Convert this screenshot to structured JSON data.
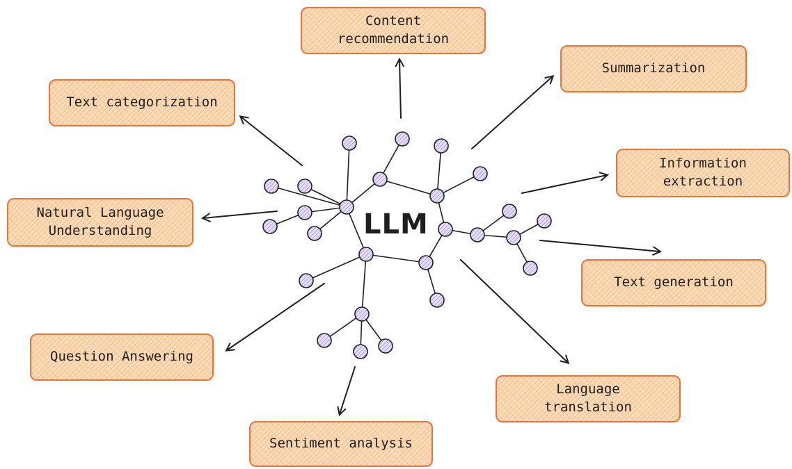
{
  "diagram": {
    "center_label": "LLM",
    "nodes": {
      "content_recommendation": "Content\nrecommendation",
      "summarization": "Summarization",
      "text_categorization": "Text categorization",
      "information_extraction": "Information\nextraction",
      "natural_language_understanding": "Natural Language\nUnderstanding",
      "text_generation": "Text generation",
      "question_answering": "Question Answering",
      "language_translation": "Language\ntranslation",
      "sentiment_analysis": "Sentiment analysis"
    },
    "colors": {
      "box_fill": "#fbdcb8",
      "box_border": "#e8743a",
      "node_fill": "#d8cdf0",
      "node_stroke": "#1e1e1e",
      "line": "#1e1e1e"
    }
  }
}
